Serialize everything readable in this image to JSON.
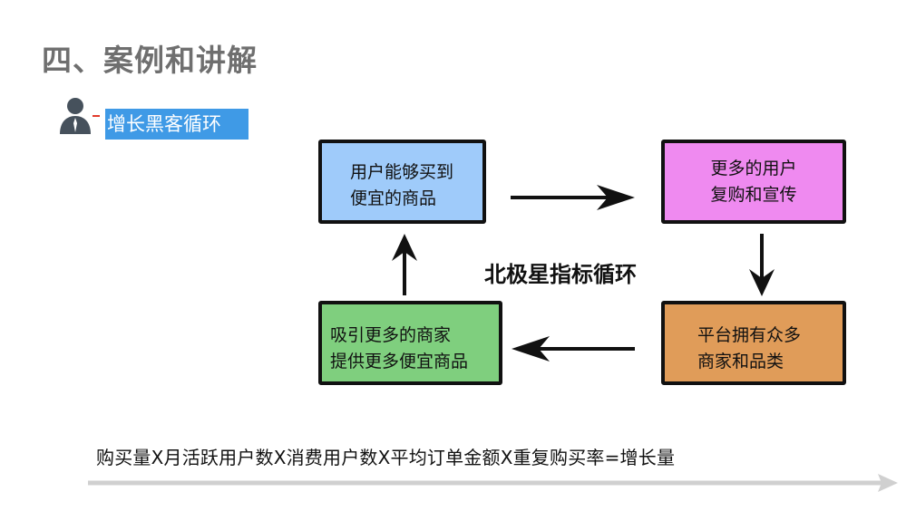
{
  "page_title": "四、案例和讲解",
  "section_tag": "增长黑客循环",
  "diagram": {
    "center_label": "北极星指标循环",
    "boxes": {
      "top_left": {
        "line1": "用户能够买到",
        "line2": "便宜的商品",
        "color": "#9fcbfa"
      },
      "top_right": {
        "line1": "更多的用户",
        "line2": "复购和宣传",
        "color": "#ef8af0"
      },
      "bottom_right": {
        "line1": "平台拥有众多",
        "line2": "商家和品类",
        "color": "#e09c59"
      },
      "bottom_left": {
        "line1": "吸引更多的商家",
        "line2": "提供更多便宜商品",
        "color": "#7fcf7e"
      }
    }
  },
  "formula": "购买量X月活跃用户数X消费用户数X平均订单金额X重复购买率=增长量",
  "colors": {
    "title": "#6f6f6f",
    "tag_bg": "#3f9ae6",
    "progress_line": "#d0d0d0"
  },
  "icons": {
    "avatar": "user-silhouette-icon"
  }
}
